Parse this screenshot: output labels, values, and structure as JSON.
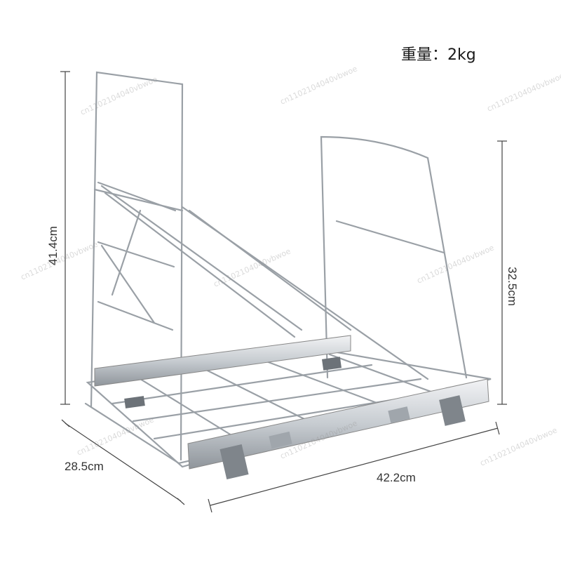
{
  "weight_label": "重量：2kg",
  "dimensions": {
    "height_left": "41.4cm",
    "height_right": "32.5cm",
    "depth": "28.5cm",
    "width": "42.2cm"
  },
  "watermark": "cn1102104040vbwoe",
  "colors": {
    "wire": "#9aa0a6",
    "rail": "#c9cdd2",
    "line": "#444444"
  }
}
